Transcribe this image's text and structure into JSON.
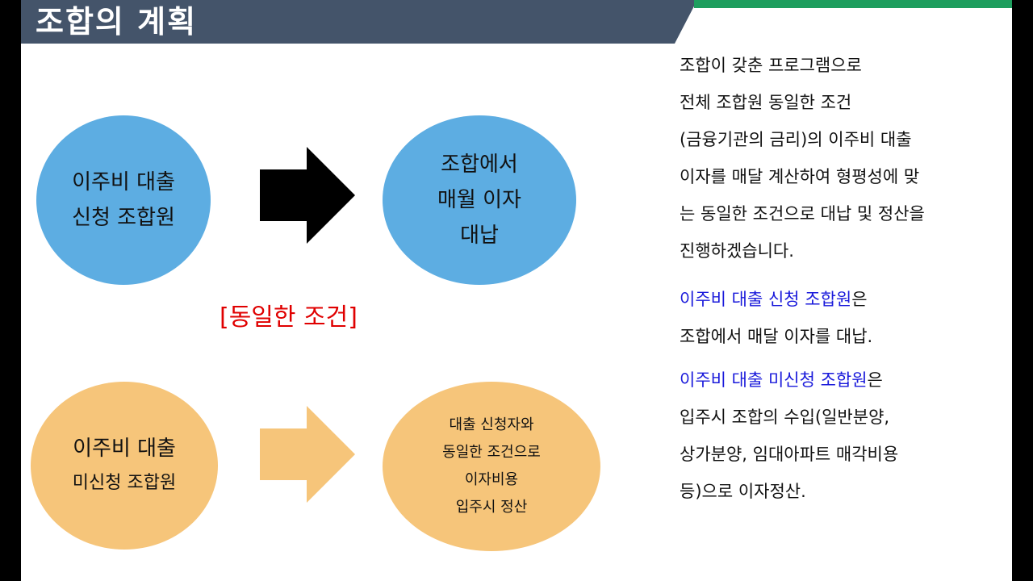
{
  "title": "조합의 계획",
  "colors": {
    "title_bar": "#44546a",
    "green_strip": "#1e9e5e",
    "blue_circle": "#5dade2",
    "orange_circle": "#f6c57a",
    "black_arrow": "#000000",
    "orange_arrow": "#f6c57a",
    "condition_text": "#e00000",
    "highlight_text": "#1a1adb"
  },
  "diagram": {
    "applicant_circle": {
      "line1": "이주비 대출",
      "line2": "신청 조합원"
    },
    "union_circle": {
      "line1": "조합에서",
      "line2": "매월 이자",
      "line3": "대납"
    },
    "condition_label": "[동일한 조건]",
    "non_applicant_circle": {
      "line1": "이주비 대출",
      "line2": "미신청 조합원"
    },
    "settlement_circle": {
      "line1": "대출 신청자와",
      "line2": "동일한 조건으로",
      "line3": "이자비용",
      "line4": "입주시 정산"
    }
  },
  "explanation": {
    "para1": [
      "조합이 갖춘 프로그램으로",
      "전체 조합원 동일한 조건",
      "(금융기관의 금리)의 이주비 대출",
      "이자를 매달 계산하여 형평성에 맞",
      "는 동일한 조건으로 대납 및 정산을",
      "진행하겠습니다."
    ],
    "para2": {
      "highlight": "이주비 대출 신청 조합원",
      "suffix": "은",
      "line2": "조합에서 매달 이자를 대납."
    },
    "para3": {
      "highlight": "이주비 대출 미신청 조합원",
      "suffix": "은",
      "line2": "입주시 조합의 수입(일반분양,",
      "line3": "상가분양, 임대아파트 매각비용",
      "line4": "등)으로 이자정산."
    }
  }
}
